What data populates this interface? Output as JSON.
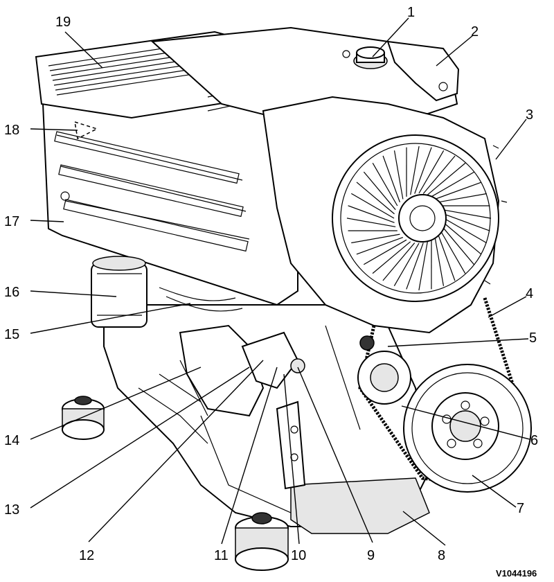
{
  "figure": {
    "reference_code": "V1044196",
    "callouts": [
      {
        "id": "1",
        "label": "1"
      },
      {
        "id": "2",
        "label": "2"
      },
      {
        "id": "3",
        "label": "3"
      },
      {
        "id": "4",
        "label": "4"
      },
      {
        "id": "5",
        "label": "5"
      },
      {
        "id": "6",
        "label": "6"
      },
      {
        "id": "7",
        "label": "7"
      },
      {
        "id": "8",
        "label": "8"
      },
      {
        "id": "9",
        "label": "9"
      },
      {
        "id": "10",
        "label": "10"
      },
      {
        "id": "11",
        "label": "11"
      },
      {
        "id": "12",
        "label": "12"
      },
      {
        "id": "13",
        "label": "13"
      },
      {
        "id": "14",
        "label": "14"
      },
      {
        "id": "15",
        "label": "15"
      },
      {
        "id": "16",
        "label": "16"
      },
      {
        "id": "17",
        "label": "17"
      },
      {
        "id": "18",
        "label": "18"
      },
      {
        "id": "19",
        "label": "19"
      }
    ]
  }
}
